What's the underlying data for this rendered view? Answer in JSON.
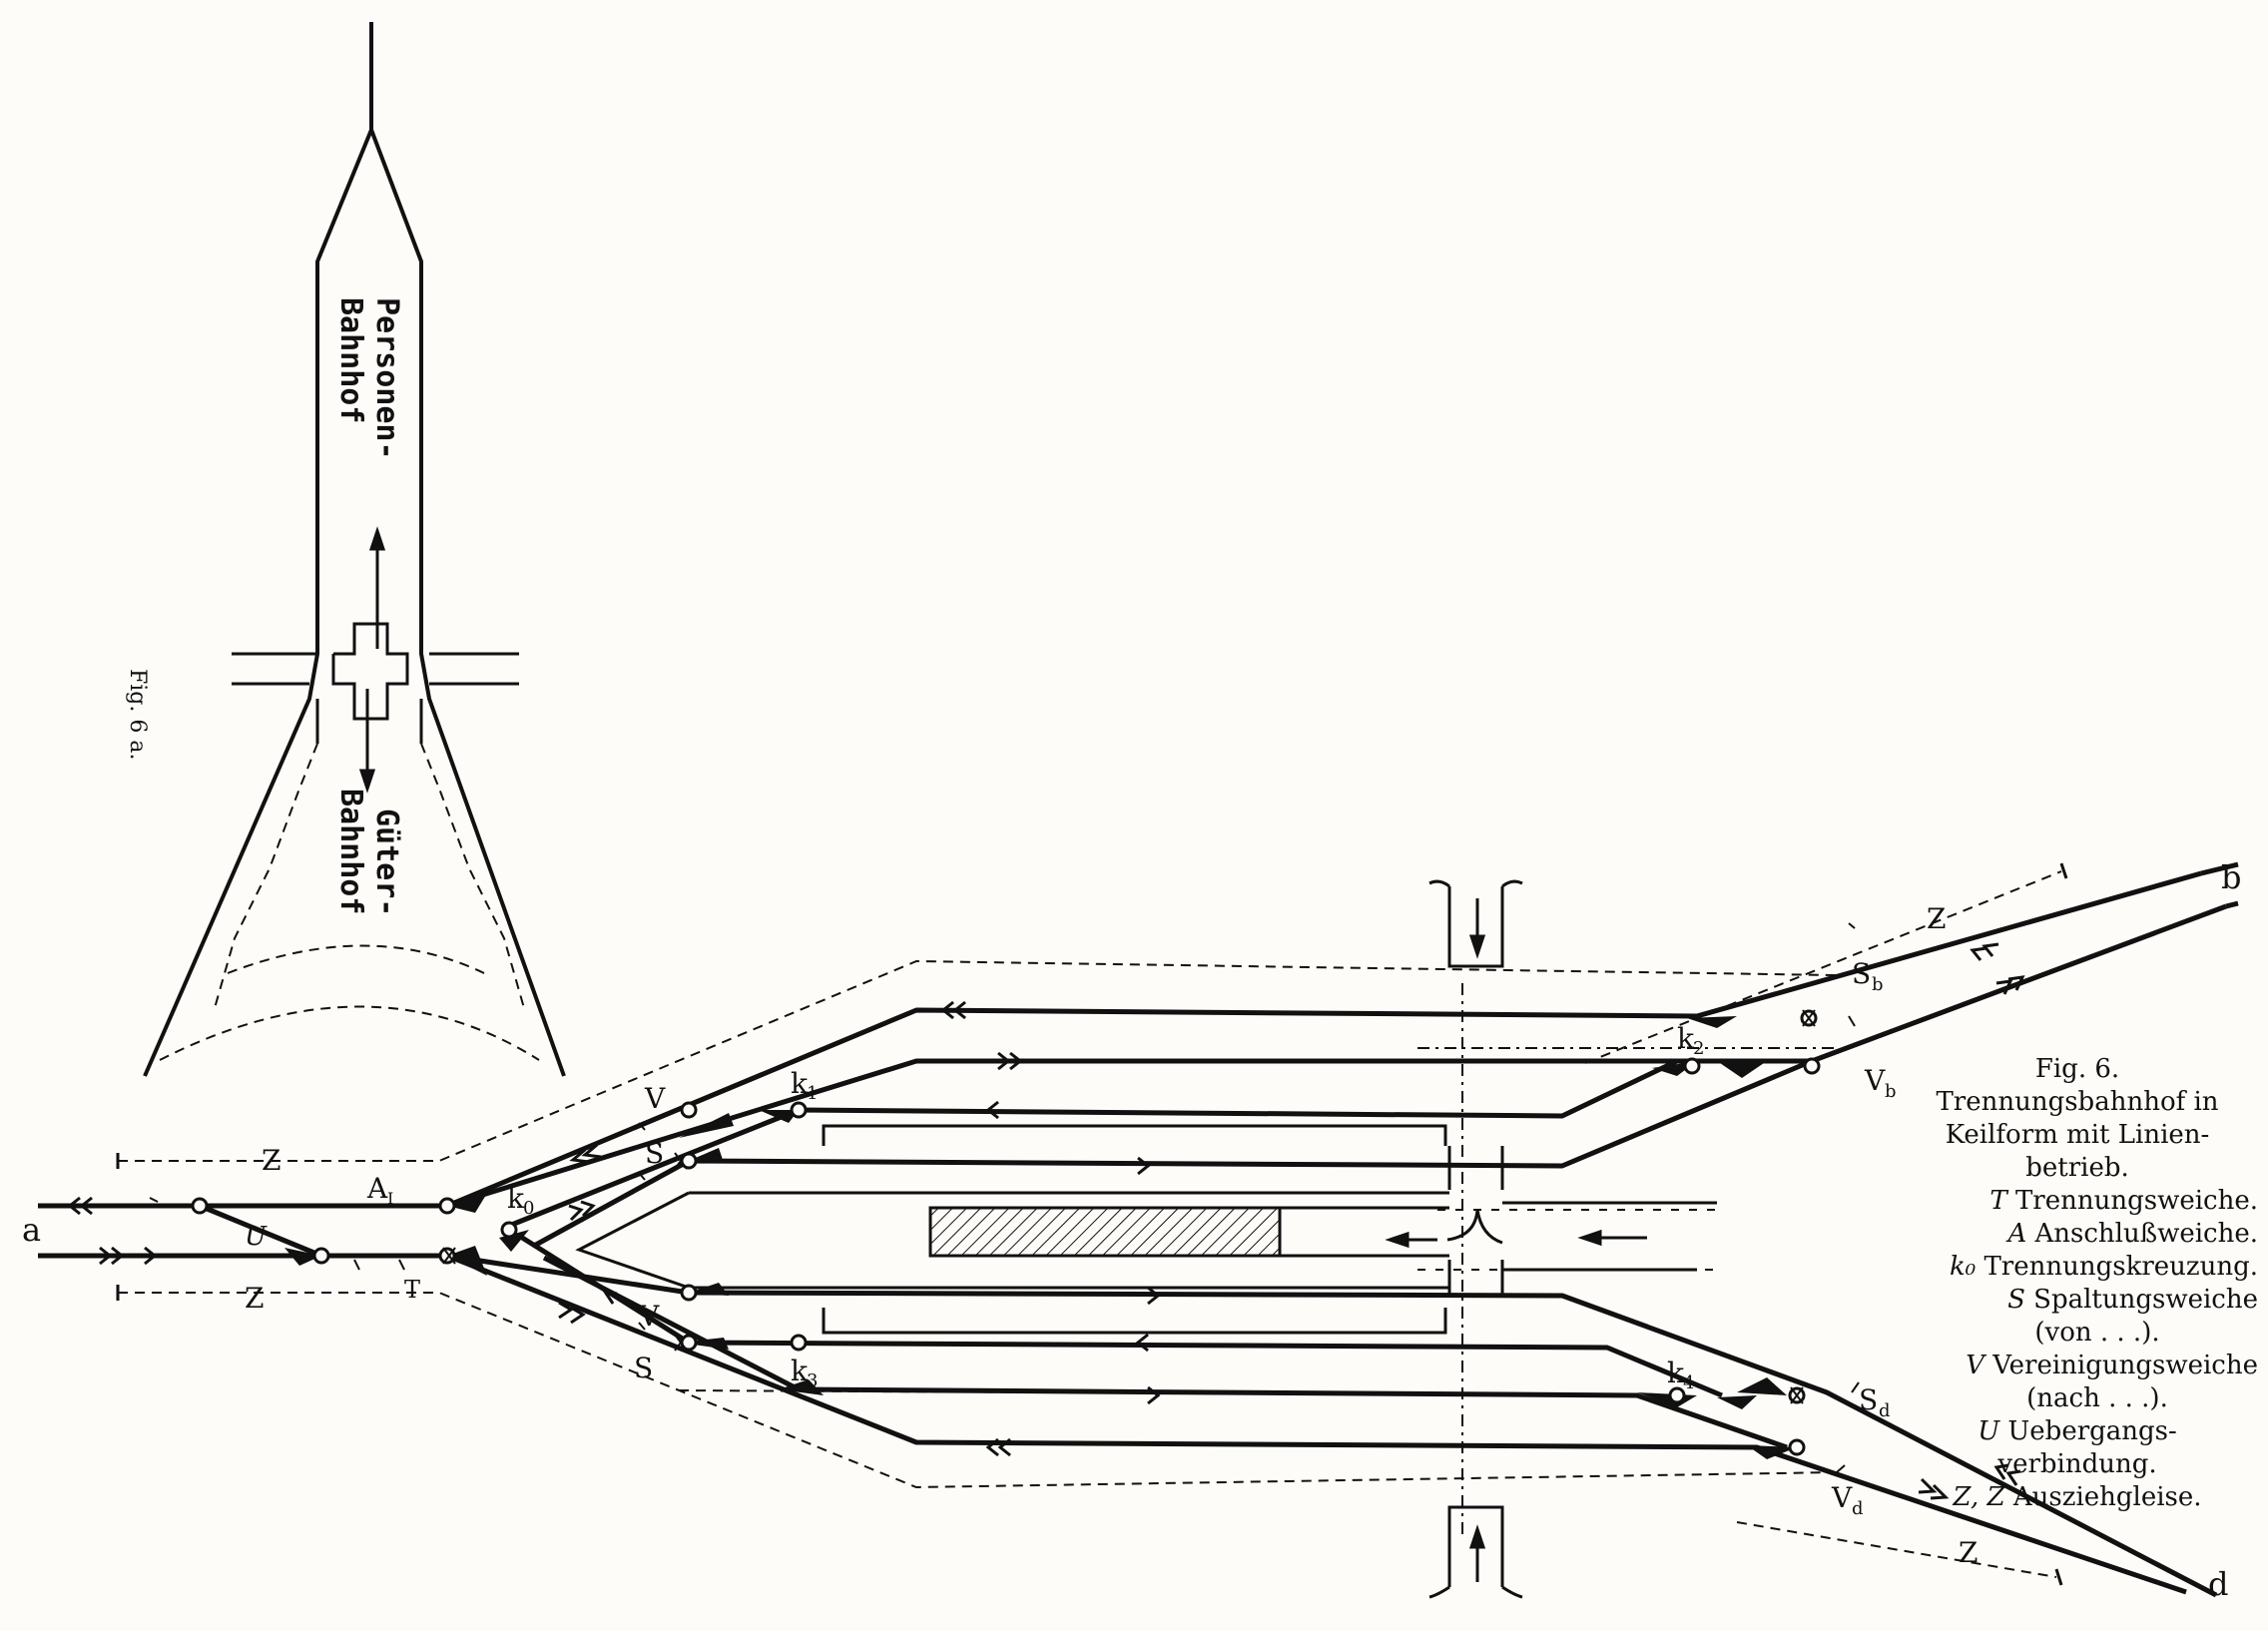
{
  "fig6a": {
    "caption": "Fig. 6 a.",
    "personenbahnhof_line1": "Personen-",
    "personenbahnhof_line2": "Bahnhof",
    "gueterbahnhof_line1": "Güter-",
    "gueterbahnhof_line2": "Bahnhof"
  },
  "fig6": {
    "title": "Fig. 6.",
    "subtitle_lines": [
      "Trennungsbahnhof in",
      "Keilform mit Linien-",
      "betrieb."
    ],
    "legend": [
      {
        "sym": "T",
        "text": " Trennungsweiche."
      },
      {
        "sym": "A",
        "text": " Anschlußweiche."
      },
      {
        "sym": "k₀",
        "text": " Trennungskreuzung."
      },
      {
        "sym": "S",
        "text": " Spaltungsweiche"
      },
      {
        "sym": "",
        "text": "(von . . .)."
      },
      {
        "sym": "V",
        "text": " Vereinigungsweiche"
      },
      {
        "sym": "",
        "text": "(nach . . .)."
      },
      {
        "sym": "U",
        "text": " Uebergangs-"
      },
      {
        "sym": "",
        "text": "verbindung."
      },
      {
        "sym": "Z, Z",
        "text": " Ausziehgleise."
      }
    ]
  },
  "labels": {
    "a": "a",
    "b": "b",
    "d": "d",
    "A1": "A",
    "A1_sub": "I",
    "T": "T",
    "U": "U",
    "Z_left_top": "Z",
    "Z_left_bottom": "Z",
    "Z_right_top": "Z",
    "Z_right_bottom": "Z",
    "k0": "k",
    "k0_sub": "0",
    "k1": "k",
    "k1_sub": "1",
    "k2": "k",
    "k2_sub": "2",
    "k3": "k",
    "k3_sub": "3",
    "k4": "k",
    "k4_sub": "4",
    "V_top": "V",
    "S_top": "S",
    "V_bottom": "V",
    "S_bottom": "S",
    "Sb": "S",
    "Sb_sub": "b",
    "Vb": "V",
    "Vb_sub": "b",
    "Sd": "S",
    "Sd_sub": "d",
    "Vd": "V",
    "Vd_sub": "d"
  }
}
